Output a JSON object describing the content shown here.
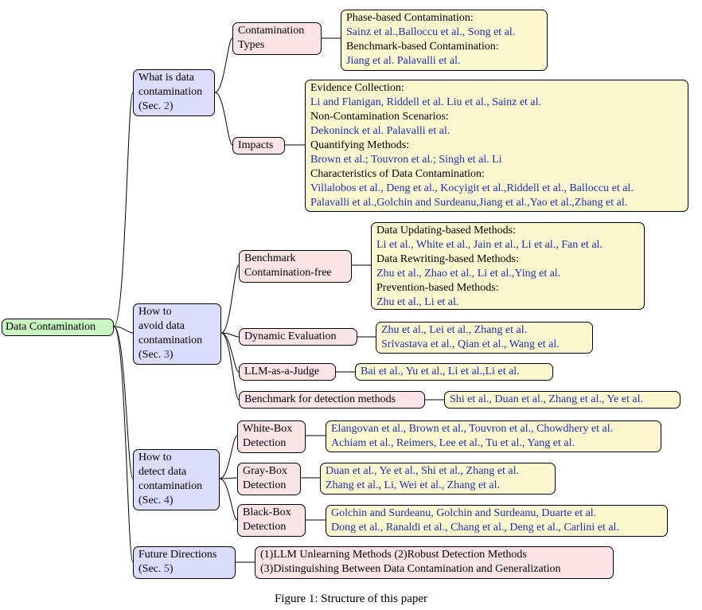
{
  "root": "Data Contamination",
  "sections": {
    "s1": {
      "line1": "What is data",
      "line2": "contamination",
      "line3_pre": "(Sec. ",
      "sec_num": "2",
      "line3_post": ")"
    },
    "s2": {
      "line1": "How to",
      "line2": "avoid data",
      "line3": "contamination",
      "line4_pre": "(Sec. ",
      "sec_num": "3",
      "line4_post": ")"
    },
    "s3": {
      "line1": "How to",
      "line2": "detect data",
      "line3": "contamination",
      "line4_pre": "(Sec. ",
      "sec_num": "4",
      "line4_post": ")"
    },
    "s4": {
      "line1": "Future Directions",
      "line2_pre": "(Sec. ",
      "sec_num": "5",
      "line2_post": ")"
    }
  },
  "categories": {
    "contamination_types": {
      "line1": "Contamination",
      "line2": "Types"
    },
    "impacts": {
      "line1": "Impacts"
    },
    "benchmark_free": {
      "line1": "Benchmark",
      "line2": "Contamination-free"
    },
    "dynamic_eval": {
      "line1": "Dynamic Evaluation"
    },
    "llm_judge": {
      "line1": "LLM-as-a-Judge"
    },
    "benchmark_detection": {
      "line1": "Benchmark for detection methods"
    },
    "white_box": {
      "line1": "White-Box",
      "line2": "Detection"
    },
    "gray_box": {
      "line1": "Gray-Box",
      "line2": "Detection"
    },
    "black_box": {
      "line1": "Black-Box",
      "line2": "Detection"
    },
    "future": {
      "line1": "(1)LLM Unlearning Methods (2)Robust Detection Methods",
      "line2": "(3)Distinguishing Between Data Contamination and Generalization"
    }
  },
  "leaves": {
    "contamination_types": {
      "h1": "Phase-based Contamination:",
      "c1": "Sainz et al.,Balloccu et al., Song et al.",
      "h2": "Benchmark-based Contamination:",
      "c2": "Jiang et al. Palavalli et al."
    },
    "impacts": {
      "h1": "Evidence Collection:",
      "c1": "Li and Flanigan, Riddell et al. Liu et al., Sainz et al.",
      "h2": "Non-Contamination Scenarios:",
      "c2": "Dekoninck et al. Palavalli et al.",
      "h3": "Quantifying Methods:",
      "c3": "Brown et al.; Touvron et al.; Singh et al. Li",
      "h4": "Characteristics of Data Contamination:",
      "c4": "Villalobos et al., Deng et al., Kocyigit et al.,Riddell et al., Balloccu et al.",
      "c5": "Palavalli et al.,Golchin and Surdeanu,Jiang et al.,Yao et al.,Zhang et al."
    },
    "benchmark_free": {
      "h1": "Data Updating-based Methods:",
      "c1": "Li et al., White et al., Jain et al., Li et al., Fan et al.",
      "h2": "Data Rewriting-based Methods:",
      "c2": "Zhu et al., Zhao et al., Li et al.,Ying et al.",
      "h3": "Prevention-based Methods:",
      "c3": "Zhu et al., Li et al."
    },
    "dynamic_eval": {
      "c1": "Zhu et al., Lei et al., Zhang et al.",
      "c2": "Srivastava et al., Qian et al., Wang et al."
    },
    "llm_judge": {
      "c1": "Bai et al., Yu et al., Li et al.,Li et al."
    },
    "benchmark_detection": {
      "c1": "Shi et al., Duan et al., Zhang et al., Ye et al."
    },
    "white_box": {
      "c1": "Elangovan et al., Brown et al., Touvron et al., Chowdhery et al.",
      "c2": "Achiam et al., Reimers, Lee et al., Tu et al., Yang et al."
    },
    "gray_box": {
      "c1": "Duan et al., Ye et al., Shi et al., Zhang et al.",
      "c2": "Zhang et al., Li, Wei et al., Zhang et al."
    },
    "black_box": {
      "c1": "Golchin and Surdeanu, Golchin and Surdeanu, Duarte et al.",
      "c2": "Dong et al., Ranaldi et al., Chang et al., Deng et al., Carlini et al."
    }
  },
  "caption": "Figure 1: Structure of this paper"
}
